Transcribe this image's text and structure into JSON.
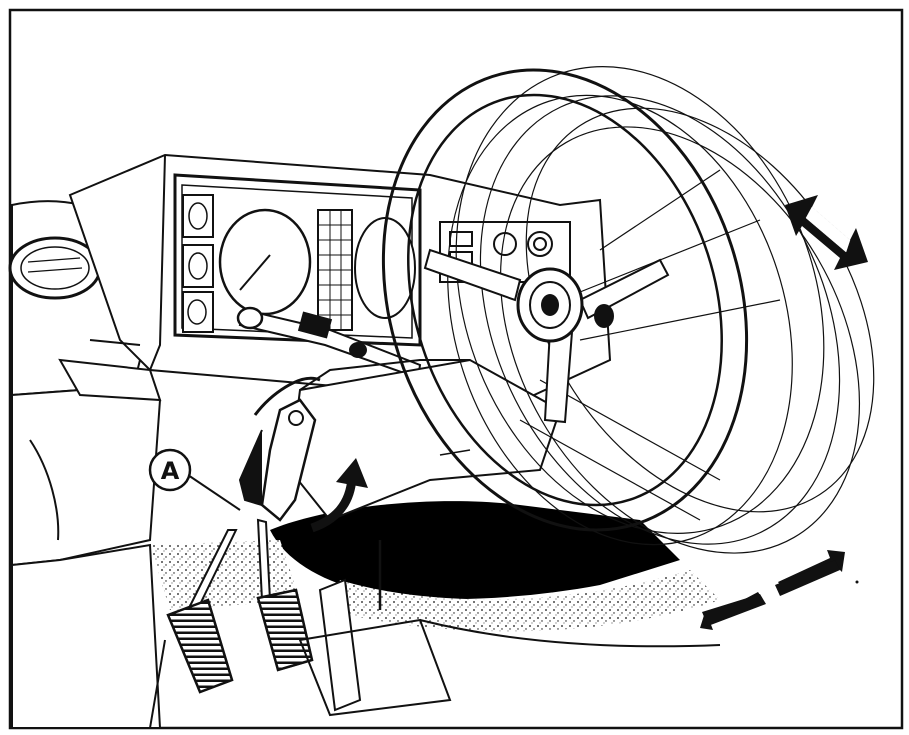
{
  "figure": {
    "callouts": [
      {
        "id": "A",
        "label": "A"
      }
    ],
    "colors": {
      "ink": "#111111",
      "paper": "#ffffff",
      "shadow": "#000000"
    },
    "icons": [
      "steering-wheel",
      "adjustment-arrow",
      "pivot-arrow",
      "pedal"
    ]
  }
}
